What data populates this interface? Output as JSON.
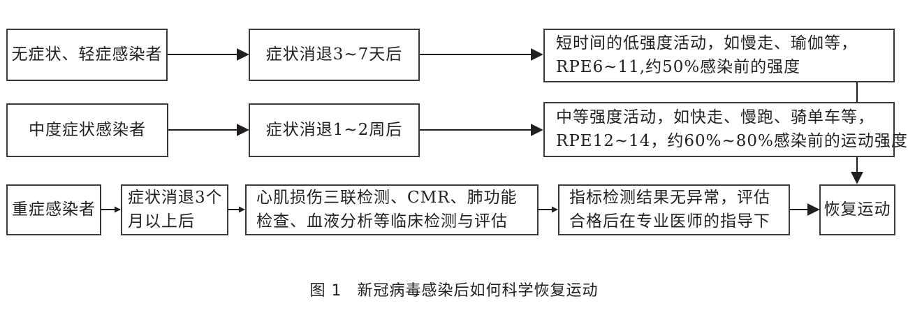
{
  "flowchart": {
    "row1": {
      "group": "无症状、轻症感染者",
      "timing": "症状消退3~7天后",
      "activity": [
        "短时间的低强度活动，如慢走、瑜伽等，",
        "RPE6~11,约50%感染前的强度"
      ]
    },
    "row2": {
      "group": "中度症状感染者",
      "timing": "症状消退1~2周后",
      "activity": [
        "中等强度活动，如快走、慢跑、骑单车等，",
        "RPE12~14，约60%~80%感染前的运动强度"
      ]
    },
    "row3": {
      "group": "重症感染者",
      "timing": [
        "症状消退3个",
        "月以上后"
      ],
      "exam": [
        "心肌损伤三联检测、CMR、肺功能",
        "检查、血液分析等临床检测与评估"
      ],
      "condition": [
        "指标检测结果无异常，评估",
        "合格后在专业医师的指导下"
      ],
      "result": "恢复运动"
    }
  },
  "caption": {
    "number": "图 1",
    "title": "新冠病毒感染后如何科学恢复运动"
  }
}
